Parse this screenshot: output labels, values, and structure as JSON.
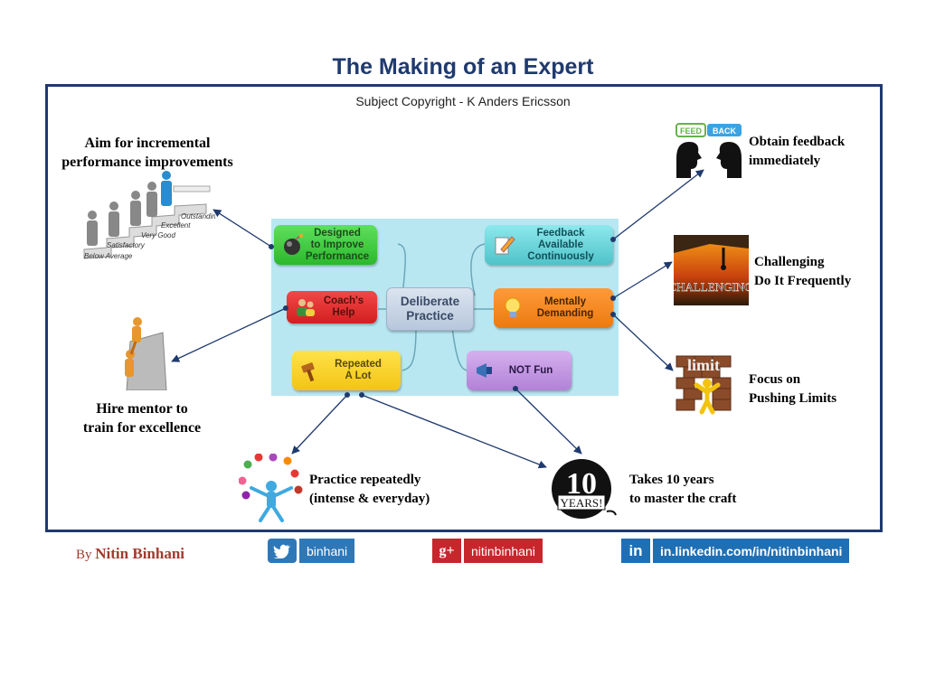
{
  "title": "The Making of an Expert",
  "subtitle": "Subject Copyright - K Anders Ericsson",
  "center": {
    "main": "Deliberate\nPractice",
    "nodes": {
      "designed": "Designed\nto Improve\nPerformance",
      "coach": "Coach's\nHelp",
      "repeated": "Repeated\nA Lot",
      "feedback": "Feedback\nAvailable\nContinuously",
      "mentally": "Mentally\nDemanding",
      "notfun": "NOT Fun"
    }
  },
  "outer": {
    "aim": "Aim for incremental\nperformance improvements",
    "hire": "Hire mentor  to\ntrain  for  excellence",
    "practice": "Practice repeatedly\n(intense & everyday)",
    "takes": "Takes 10 years\nto master the craft",
    "obtain": "Obtain feedback\nimmediately",
    "challenging": "Challenging\nDo It Frequently",
    "focus": "Focus on\nPushing Limits"
  },
  "images": {
    "stairs_labels": [
      "Outstanding",
      "Excellent",
      "Very Good",
      "Satisfactory",
      "Below Average"
    ],
    "feedback_sign": [
      "FEED",
      "BACK"
    ],
    "challenging_word": "CHALLENGING",
    "limit_word": "limit",
    "years_number": "10",
    "years_word": "YEARS!"
  },
  "footer": {
    "by": "By",
    "author": "Nitin Binhani",
    "twitter": "binhani",
    "google": "nitinbinhani",
    "linkedin": "in.linkedin.com/in/nitinbinhani",
    "twitter_color": "#2e78b8",
    "google_color": "#c8262d",
    "linkedin_color": "#1f6fb5"
  },
  "colors": {
    "title": "#1f3a6e",
    "frame": "#1f3a6e",
    "panel": "#b8e7f2",
    "arrow": "#1f3a6e"
  }
}
